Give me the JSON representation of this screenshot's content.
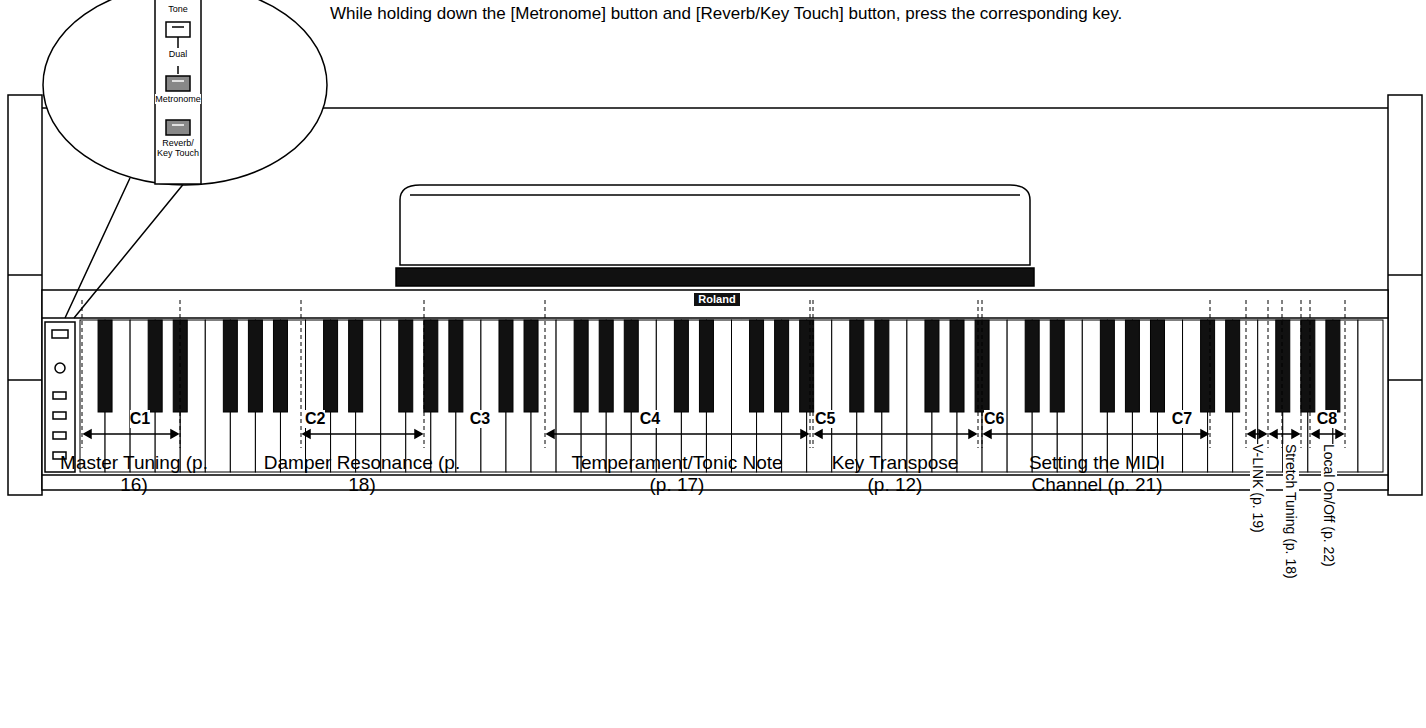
{
  "diagram": {
    "labels": [
      "While holding down the [Metronome] button and [Reverb/Key Touch] button, press the corresponding key.",
      "Tone",
      "Dual",
      "Metronome",
      "Reverb/ Key Touch",
      "Roland",
      "C1",
      "C2",
      "C3",
      "C4",
      "C5",
      "C6",
      "C7",
      "C8",
      "Master Tuning (p. 16)",
      "Damper Resonance (p. 18)",
      "Temperament/Tonic Note (p. 17)",
      "Key Transpose (p. 12)",
      "Setting the MIDI Channel (p. 21)",
      "V-LINK (p. 19)",
      "Stretch Tuning (p. 18)",
      "Local On/Off (p. 22)"
    ]
  }
}
